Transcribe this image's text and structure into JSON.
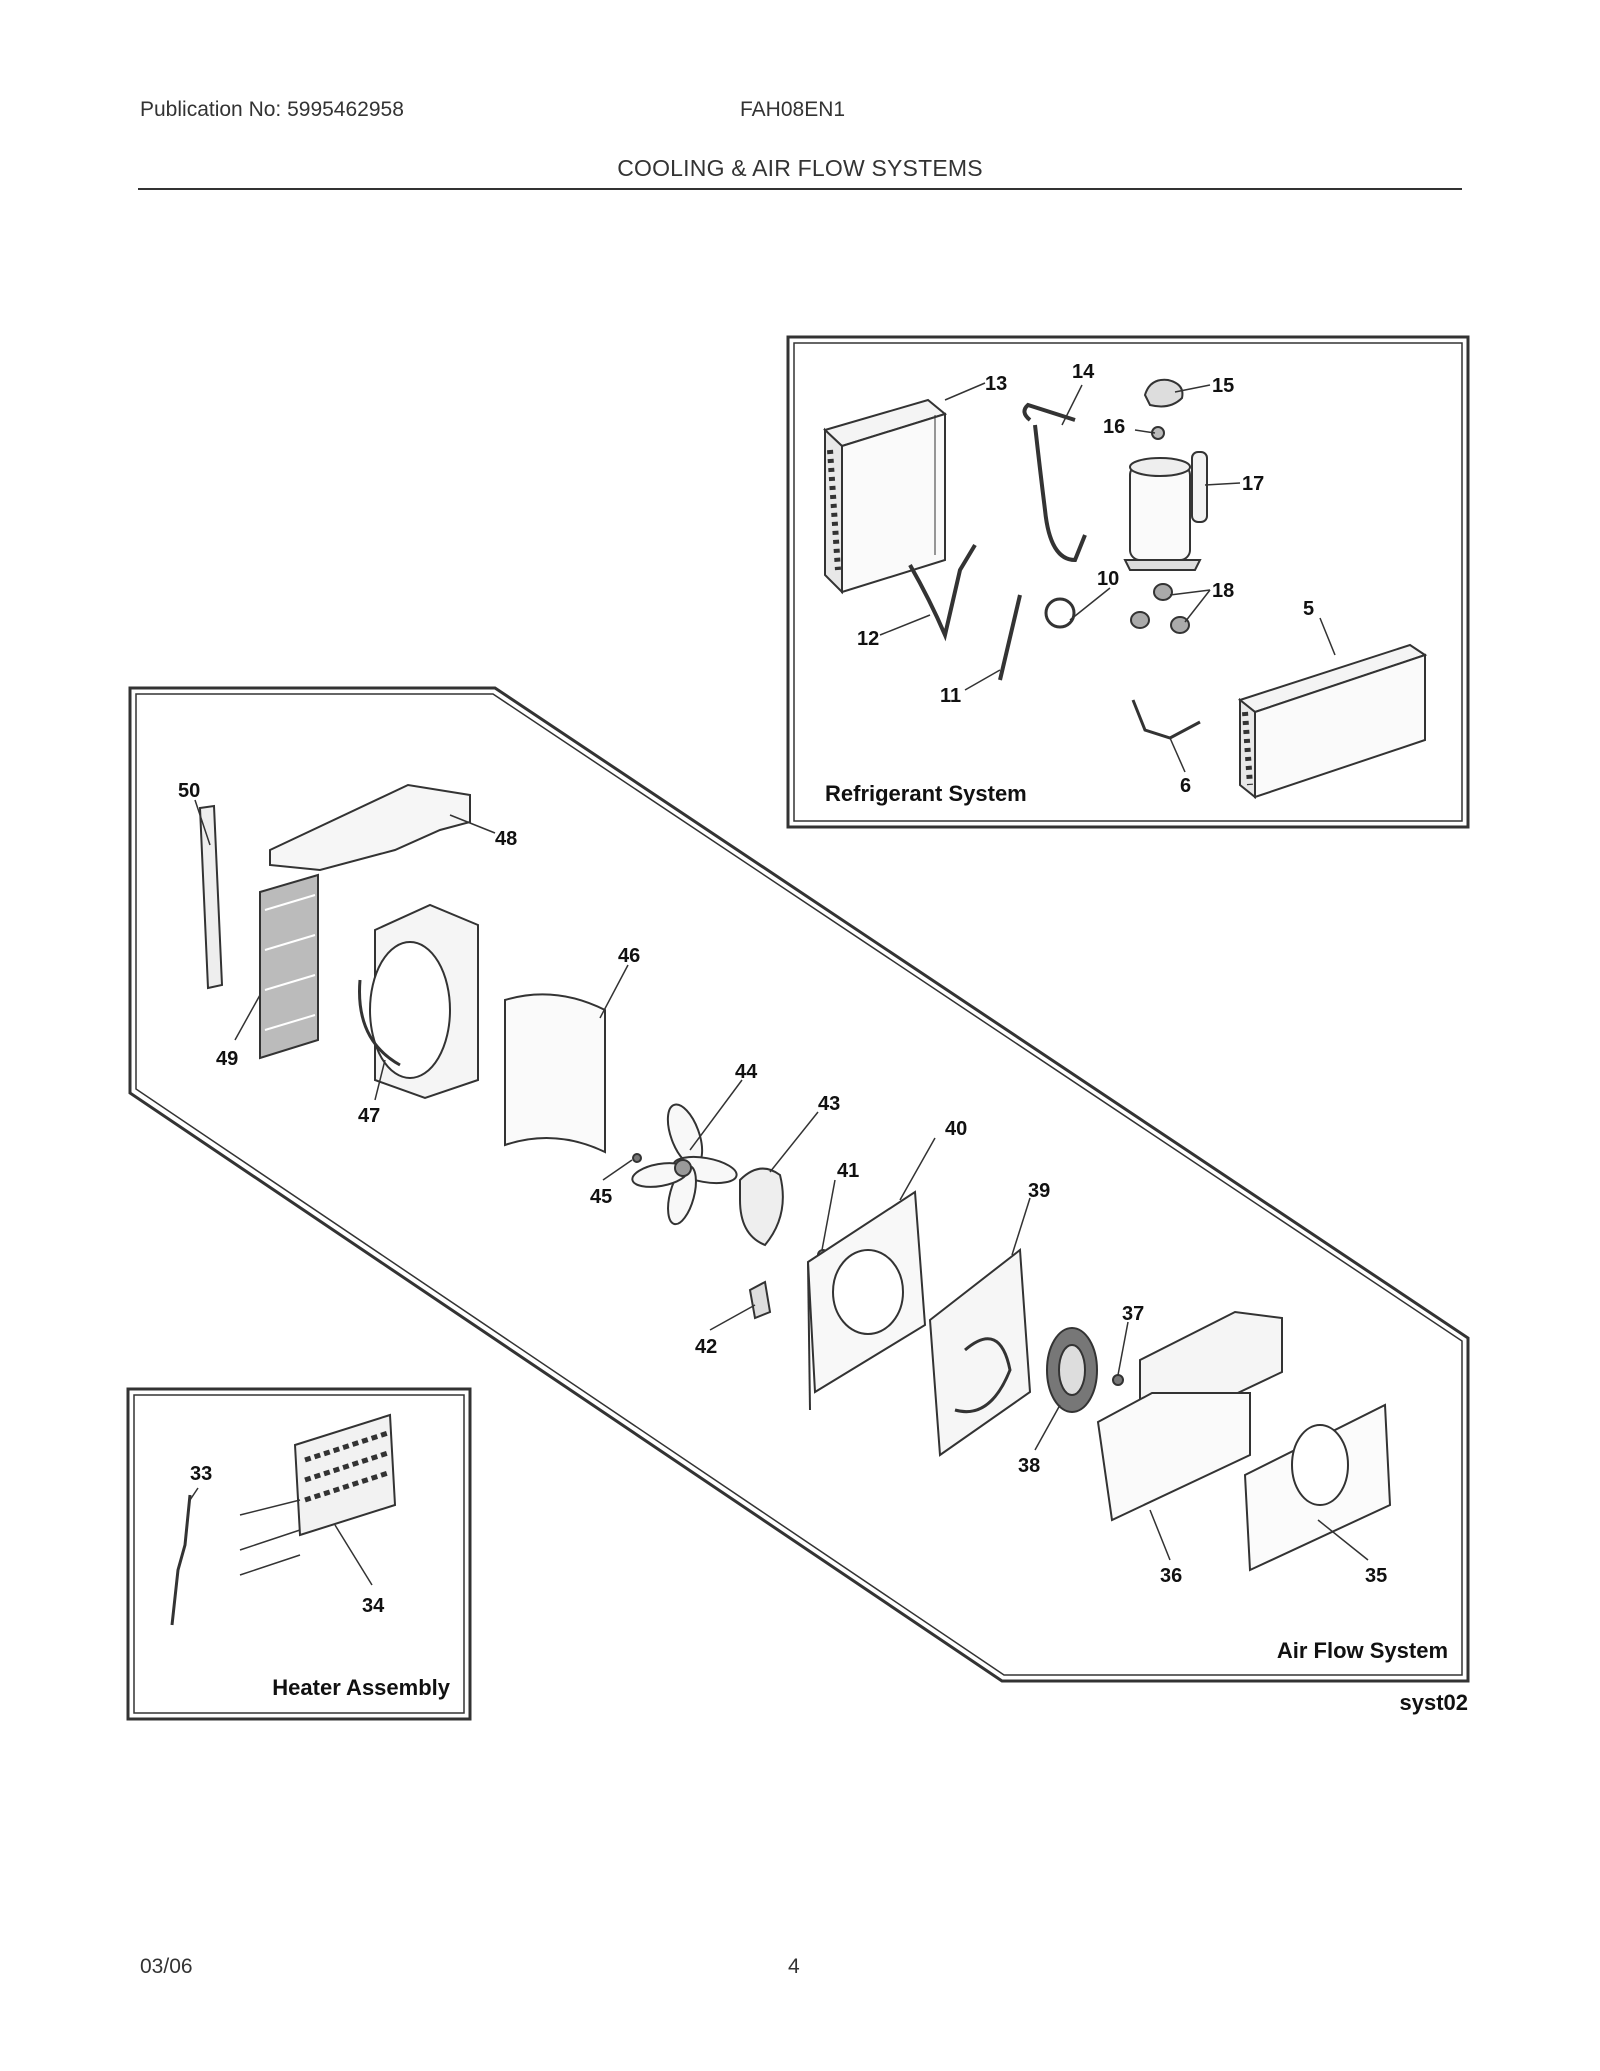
{
  "header": {
    "publication": "Publication No: 5995462958",
    "model": "FAH08EN1",
    "title": "COOLING & AIR FLOW SYSTEMS"
  },
  "panels": {
    "refrigerant": "Refrigerant System",
    "airflow": "Air Flow System",
    "heater": "Heater Assembly"
  },
  "diagram_code": "syst02",
  "parts": {
    "p5": "5",
    "p6": "6",
    "p10": "10",
    "p11": "11",
    "p12": "12",
    "p13": "13",
    "p14": "14",
    "p15": "15",
    "p16": "16",
    "p17": "17",
    "p18": "18",
    "p33": "33",
    "p34": "34",
    "p35": "35",
    "p36": "36",
    "p37": "37",
    "p38": "38",
    "p39": "39",
    "p40": "40",
    "p41": "41",
    "p42": "42",
    "p43": "43",
    "p44": "44",
    "p45": "45",
    "p46": "46",
    "p47": "47",
    "p48": "48",
    "p49": "49",
    "p50": "50"
  },
  "footer": {
    "date": "03/06",
    "page": "4"
  }
}
